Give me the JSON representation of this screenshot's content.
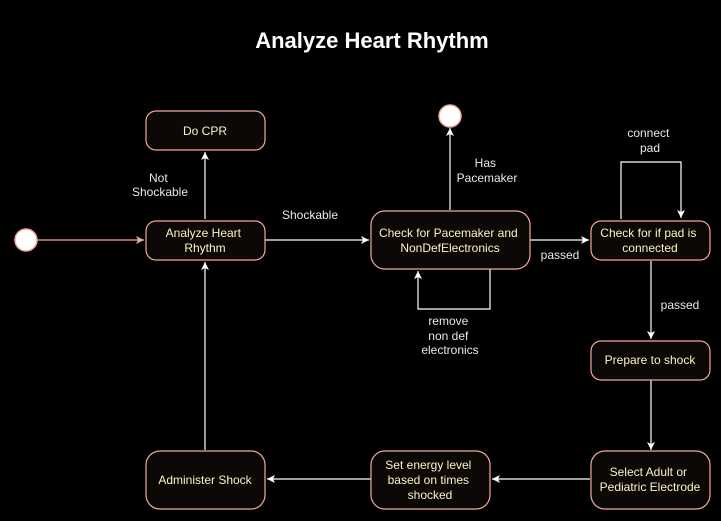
{
  "diagram": {
    "title": "Analyze Heart Rhythm",
    "nodes": {
      "do_cpr": [
        "Do CPR"
      ],
      "analyze": [
        "Analyze Heart",
        "Rhythm"
      ],
      "check_pacemaker": [
        "Check for Pacemaker and",
        "NonDefElectronics"
      ],
      "check_pad": [
        "Check for if pad is",
        "connected"
      ],
      "prepare": [
        "Prepare to shock"
      ],
      "select": [
        "Select Adult or",
        "Pediatric Electrode"
      ],
      "energy": [
        "Set energy level",
        "based on times",
        "shocked"
      ],
      "administer": [
        "Administer Shock"
      ]
    },
    "edges": {
      "not_shockable": [
        "Not",
        "Shockable"
      ],
      "shockable": [
        "Shockable"
      ],
      "has_pacemaker": [
        "Has",
        "Pacemaker"
      ],
      "remove": [
        "remove",
        "non def",
        "electronics"
      ],
      "passed_1": [
        "passed"
      ],
      "connect_pad": [
        "connect",
        "pad"
      ],
      "passed_2": [
        "passed"
      ]
    },
    "colors": {
      "background": "#000000",
      "node_fill": "#0b0805",
      "node_stroke": "#f4a89a",
      "node_text": "#fff3c4",
      "edge": "#ffffff"
    }
  }
}
